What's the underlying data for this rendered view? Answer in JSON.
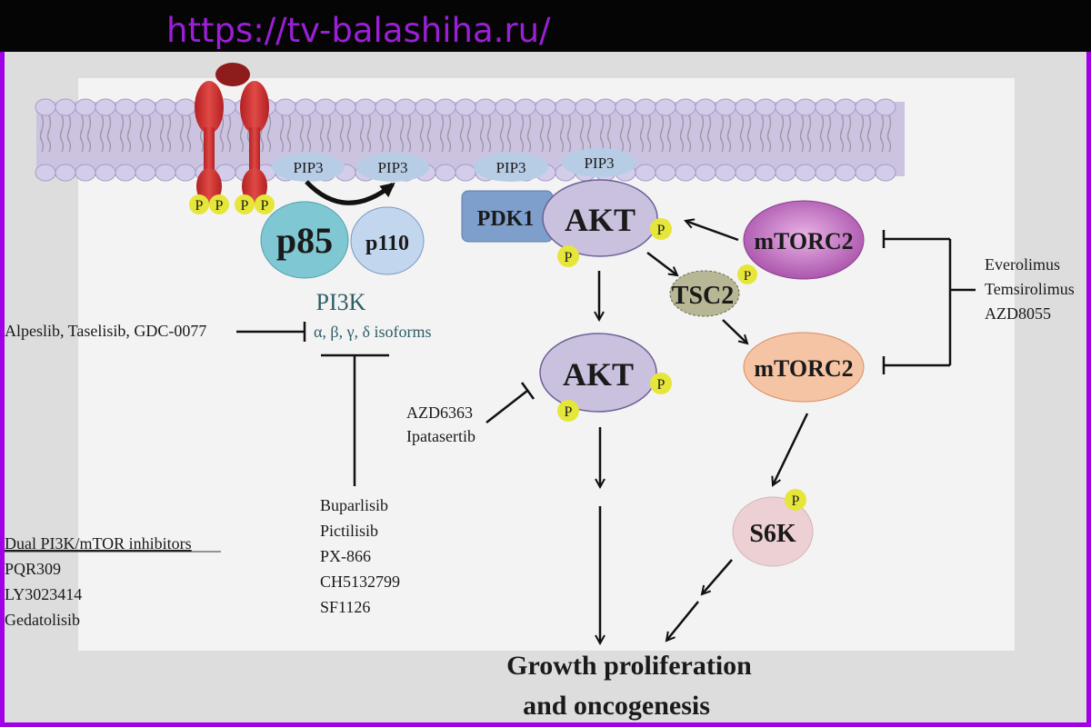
{
  "header": {
    "url": "https://tv-balashiha.ru/"
  },
  "membrane": {
    "receptor_phospho": [
      "P",
      "P",
      "P",
      "P"
    ],
    "pip3_left": "PIP3",
    "pip3_right": "PIP3",
    "pip3_akt_1": "PIP3",
    "pip3_akt_2": "PIP3"
  },
  "nodes": {
    "p85": "p85",
    "p110": "p110",
    "pi3k": "PI3K",
    "isoforms": "α, β, γ, δ isoforms",
    "pdk1": "PDK1",
    "akt_top": "AKT",
    "akt_bottom": "AKT",
    "tsc2": "TSC2",
    "mtorc2_top": "mTORC2",
    "mtorc2_bottom": "mTORC2",
    "s6k": "S6K",
    "phospho": "P"
  },
  "inhibitors": {
    "pi3k_isoform": "Alpeslib, Taselisib, GDC-0077",
    "akt": [
      "AZD6363",
      "Ipatasertib"
    ],
    "mtor": [
      "Everolimus",
      "Temsirolimus",
      "AZD8055"
    ],
    "pan_pi3k": [
      "Buparlisib",
      "Pictilisib",
      "PX-866",
      "CH5132799",
      "SF1126"
    ],
    "dual_title": "Dual PI3K/mTOR inhibitors",
    "dual": [
      "PQR309",
      "LY3023414",
      "Gedatolisib"
    ]
  },
  "outcome": {
    "line1": "Growth proliferation",
    "line2": "and oncogenesis"
  },
  "colors": {
    "url_text": "#9a1fd6",
    "frame": "#a100e6",
    "receptor": "#c92d2d",
    "phospho": "#e6e63a",
    "pip3": "#b7cde6",
    "p85": "#7fc8d3",
    "p110": "#c2d6ee",
    "akt": "#c9c1de",
    "pdk1": "#7e9ecb",
    "tsc2": "#b7b795",
    "mtorc2_top": "#b35bb3",
    "mtorc2_bottom": "#f5c4a4",
    "s6k": "#ecd0d4"
  }
}
